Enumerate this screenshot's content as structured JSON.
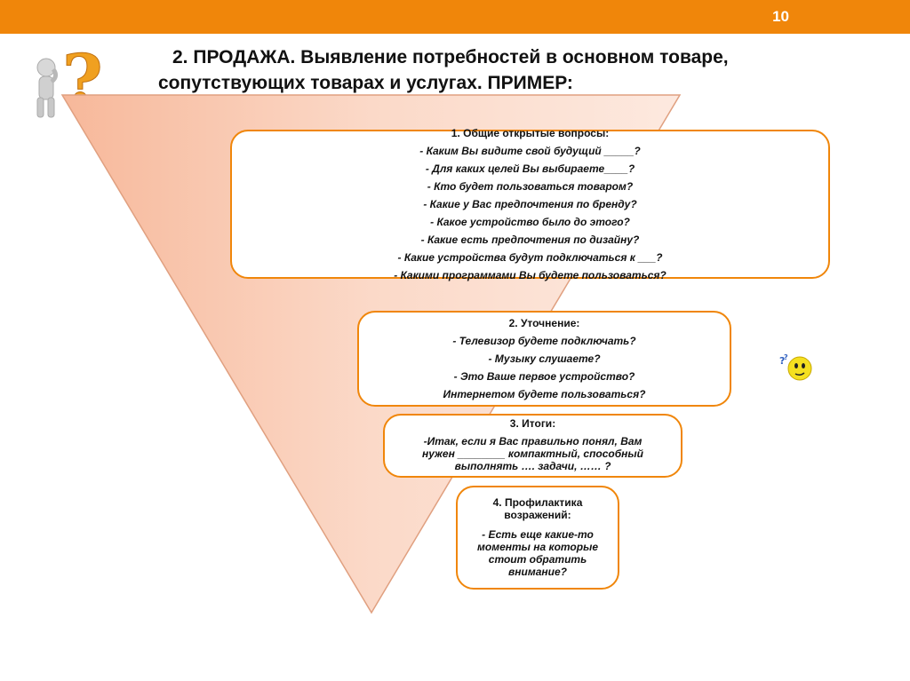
{
  "slide": {
    "page_number": "10",
    "title_line1": "2. ПРОДАЖА. Выявление потребностей в основном товаре,",
    "title_line2": "сопутствующих товарах и услугах. ПРИМЕР:"
  },
  "colors": {
    "accent": "#f0860a",
    "triangle": "#f9cdb8"
  },
  "icons": {
    "figure": "thinking-figure-question-mark-icon",
    "smiley": "thinking-smiley-icon"
  },
  "boxes": {
    "open_questions": {
      "heading": "1. Общие открытые вопросы:",
      "items": [
        "- Каким Вы видите свой будущий _____?",
        "- Для каких целей Вы выбираете____?",
        "- Кто будет пользоваться товаром?",
        "- Какие у Вас предпочтения по бренду?",
        "- Какое устройство было до этого?",
        "- Какие есть предпочтения по дизайну?",
        "- Какие устройства будут подключаться к ___?",
        "- Какими программами Вы будете пользоваться?"
      ]
    },
    "clarification": {
      "heading": "2. Уточнение:",
      "items": [
        "- Телевизор будете подключать?",
        "- Музыку слушаете?",
        "- Это Ваше первое устройство?",
        "Интернетом будете пользоваться?"
      ]
    },
    "results": {
      "heading": "3. Итоги:",
      "line1": "-Итак, если я Вас правильно понял, Вам",
      "line2": "нужен ________ компактный, способный",
      "line3": "выполнять …. задачи, …… ?"
    },
    "objections": {
      "heading1": "4. Профилактика",
      "heading2": "возражений:",
      "line1": "- Есть еще какие-то",
      "line2": "моменты на которые",
      "line3": "стоит обратить",
      "line4": "внимание?"
    }
  }
}
